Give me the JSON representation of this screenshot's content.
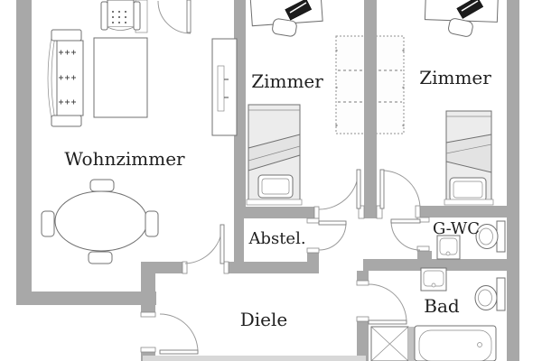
{
  "plan": {
    "rooms": {
      "wohnzimmer": {
        "label": "Wohnzimmer"
      },
      "zimmer1": {
        "label": "Zimmer"
      },
      "zimmer2": {
        "label": "Zimmer"
      },
      "abstellraum": {
        "label": "Abstel."
      },
      "gwc": {
        "label": "G-WC"
      },
      "diele": {
        "label": "Diele"
      },
      "bad": {
        "label": "Bad"
      }
    },
    "colors": {
      "wall": "#a8a8a8",
      "furniture_outline": "#707070",
      "door_arc": "#9a9a9a",
      "laptop": "#1c1c1c",
      "text": "#202020",
      "background": "#ffffff"
    }
  }
}
